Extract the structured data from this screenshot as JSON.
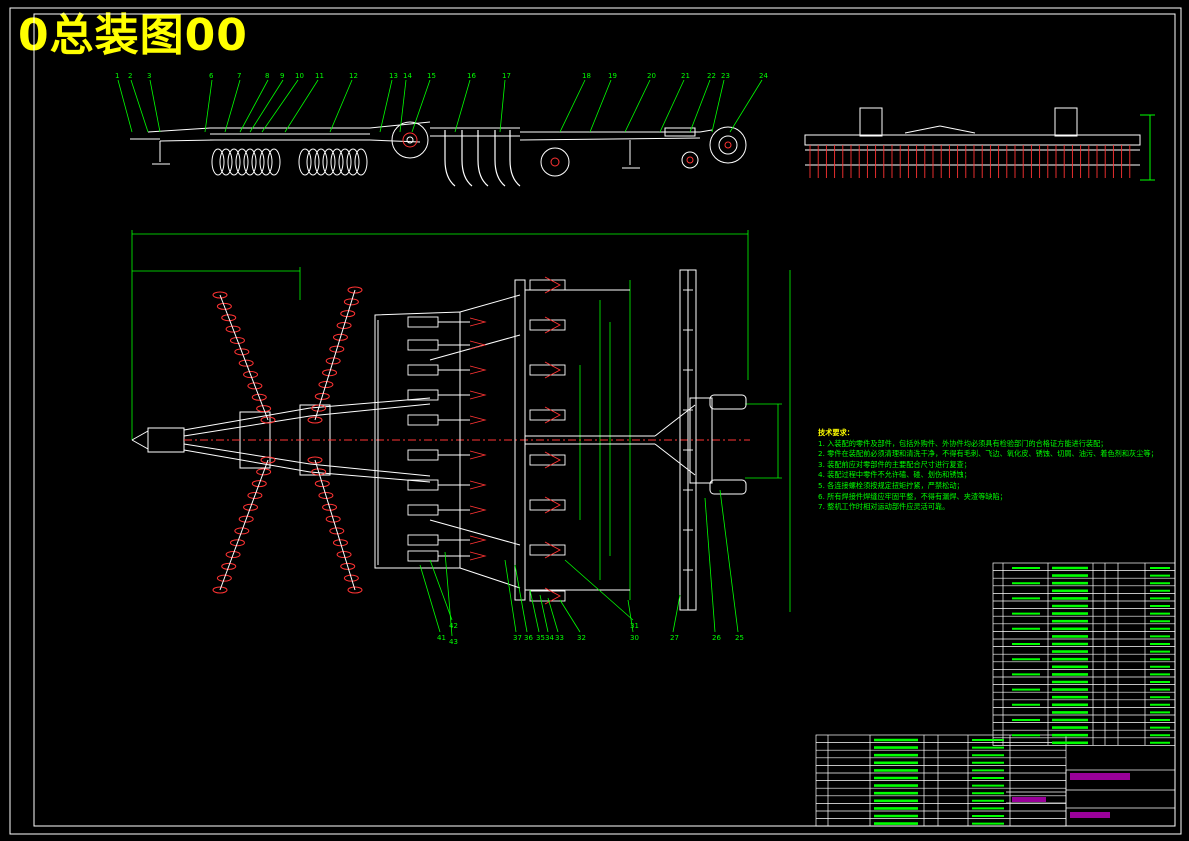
{
  "title": "0总装图00",
  "colors": {
    "background": "#000000",
    "frame": "#ffffff",
    "geometry": "#ffffff",
    "dimension": "#00ff00",
    "centerline": "#ff0000",
    "parts": "#ff3333",
    "title_text": "#ffff00",
    "table_text": "#00ff00",
    "table_highlight": "#ff00ff"
  },
  "top_callouts": [
    "1",
    "2",
    "3",
    "6",
    "7",
    "8",
    "9",
    "10",
    "11",
    "12",
    "13",
    "14",
    "15",
    "16",
    "17",
    "18",
    "19",
    "20",
    "21",
    "22",
    "23",
    "24"
  ],
  "plan_callouts": [
    "41",
    "42",
    "43",
    "37",
    "36",
    "35",
    "34",
    "33",
    "32",
    "31",
    "30",
    "27",
    "26",
    "25"
  ],
  "notes": {
    "heading": "技术要求：",
    "items": [
      "1. 入装配的零件及部件，包括外购件、外协件均必须具有检验部门的合格证方能进行装配；",
      "2. 零件在装配前必须清理和清洗干净，不得有毛刺、飞边、氧化皮、锈蚀、切屑、油污、着色剂和灰尘等；",
      "3. 装配前应对零部件的主要配合尺寸进行复查；",
      "4. 装配过程中零件不允许磕、碰、划伤和锈蚀；",
      "5. 各连接螺栓须按规定扭矩拧紧，严禁松动；",
      "6. 所有焊接件焊缝应牢固平整，不得有漏焊、夹渣等缺陷；",
      "7. 整机工作时相对运动部件应灵活可靠。"
    ]
  }
}
